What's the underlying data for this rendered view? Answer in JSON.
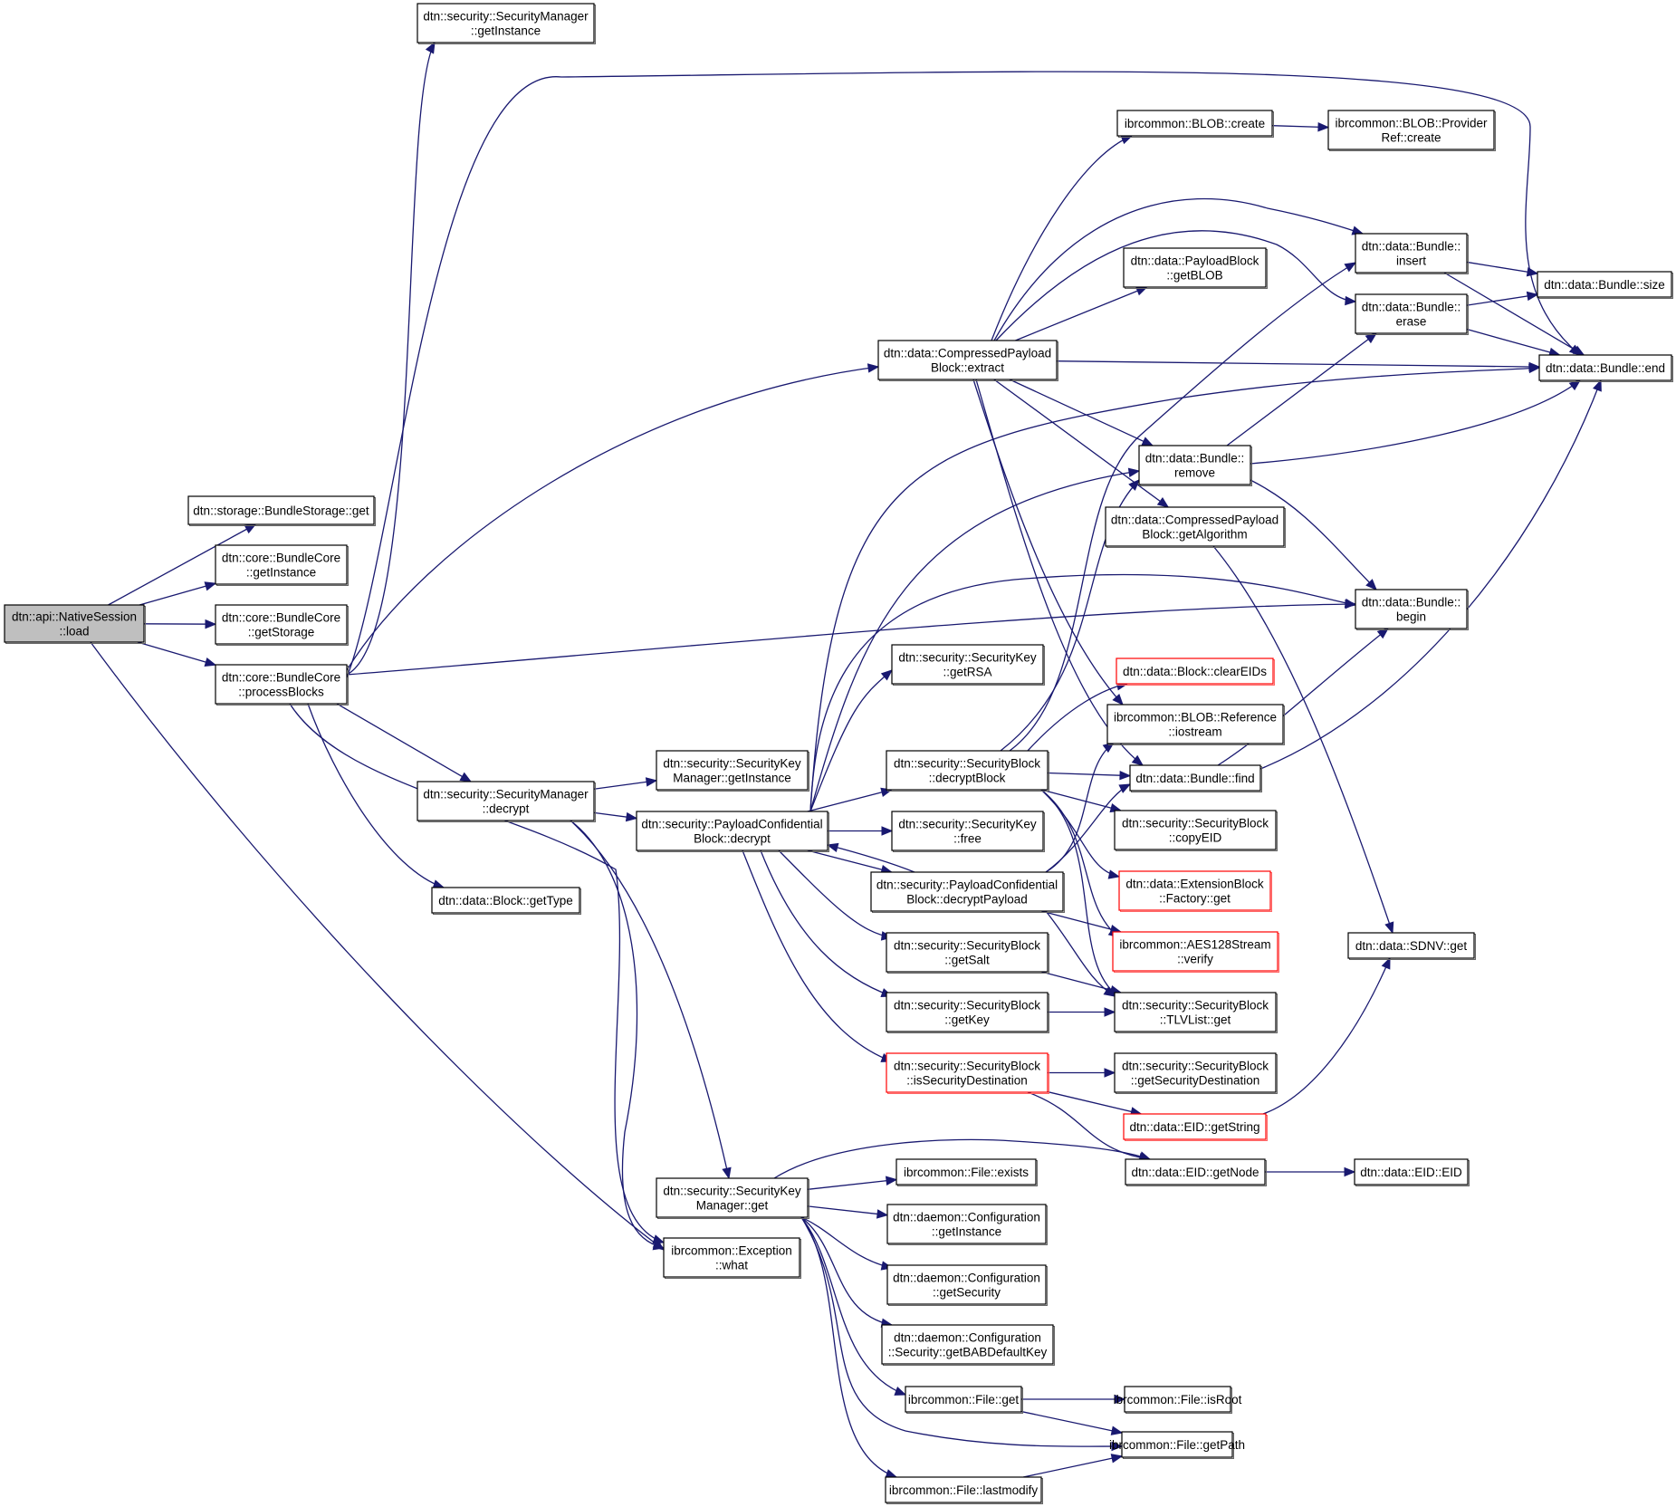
{
  "title": "Call graph: dtn::api::NativeSession::load",
  "colors": {
    "edge": "#191970",
    "root_fill": "#bfbfbf",
    "node_fill": "#ffffff",
    "node_border": "#000000",
    "truncated_border": "#ff0000"
  },
  "nodes": [
    {
      "id": "load",
      "lines": [
        "dtn::api::NativeSession",
        "::load"
      ],
      "style": "root"
    },
    {
      "id": "sm_getInstance",
      "lines": [
        "dtn::security::SecurityManager",
        "::getInstance"
      ],
      "style": "normal"
    },
    {
      "id": "bs_get",
      "lines": [
        "dtn::storage::BundleStorage::get"
      ],
      "style": "normal"
    },
    {
      "id": "bc_getInstance",
      "lines": [
        "dtn::core::BundleCore",
        "::getInstance"
      ],
      "style": "normal"
    },
    {
      "id": "bc_getStorage",
      "lines": [
        "dtn::core::BundleCore",
        "::getStorage"
      ],
      "style": "normal"
    },
    {
      "id": "bc_processBlocks",
      "lines": [
        "dtn::core::BundleCore",
        "::processBlocks"
      ],
      "style": "normal"
    },
    {
      "id": "sm_decrypt",
      "lines": [
        "dtn::security::SecurityManager",
        "::decrypt"
      ],
      "style": "normal"
    },
    {
      "id": "block_getType",
      "lines": [
        "dtn::data::Block::getType"
      ],
      "style": "normal"
    },
    {
      "id": "skm_getInstance",
      "lines": [
        "dtn::security::SecurityKey",
        "Manager::getInstance"
      ],
      "style": "normal"
    },
    {
      "id": "pcb_decrypt",
      "lines": [
        "dtn::security::PayloadConfidential",
        "Block::decrypt"
      ],
      "style": "normal"
    },
    {
      "id": "skm_get",
      "lines": [
        "dtn::security::SecurityKey",
        "Manager::get"
      ],
      "style": "normal"
    },
    {
      "id": "exc_what",
      "lines": [
        "ibrcommon::Exception",
        "::what"
      ],
      "style": "normal"
    },
    {
      "id": "cpb_extract",
      "lines": [
        "dtn::data::CompressedPayload",
        "Block::extract"
      ],
      "style": "normal"
    },
    {
      "id": "sk_getRSA",
      "lines": [
        "dtn::security::SecurityKey",
        "::getRSA"
      ],
      "style": "normal"
    },
    {
      "id": "sb_decryptBlock",
      "lines": [
        "dtn::security::SecurityBlock",
        "::decryptBlock"
      ],
      "style": "normal"
    },
    {
      "id": "sk_free",
      "lines": [
        "dtn::security::SecurityKey",
        "::free"
      ],
      "style": "normal"
    },
    {
      "id": "pcb_decryptPayload",
      "lines": [
        "dtn::security::PayloadConfidential",
        "Block::decryptPayload"
      ],
      "style": "normal"
    },
    {
      "id": "sb_getSalt",
      "lines": [
        "dtn::security::SecurityBlock",
        "::getSalt"
      ],
      "style": "normal"
    },
    {
      "id": "sb_getKey",
      "lines": [
        "dtn::security::SecurityBlock",
        "::getKey"
      ],
      "style": "normal"
    },
    {
      "id": "sb_isSecDest",
      "lines": [
        "dtn::security::SecurityBlock",
        "::isSecurityDestination"
      ],
      "style": "red"
    },
    {
      "id": "file_exists",
      "lines": [
        "ibrcommon::File::exists"
      ],
      "style": "normal"
    },
    {
      "id": "conf_getInstance",
      "lines": [
        "dtn::daemon::Configuration",
        "::getInstance"
      ],
      "style": "normal"
    },
    {
      "id": "conf_getSecurity",
      "lines": [
        "dtn::daemon::Configuration",
        "::getSecurity"
      ],
      "style": "normal"
    },
    {
      "id": "conf_getBAB",
      "lines": [
        "dtn::daemon::Configuration",
        "::Security::getBABDefaultKey"
      ],
      "style": "normal"
    },
    {
      "id": "file_get",
      "lines": [
        "ibrcommon::File::get"
      ],
      "style": "normal"
    },
    {
      "id": "file_lastmodify",
      "lines": [
        "ibrcommon::File::lastmodify"
      ],
      "style": "normal"
    },
    {
      "id": "blob_create",
      "lines": [
        "ibrcommon::BLOB::create"
      ],
      "style": "normal"
    },
    {
      "id": "pb_getBLOB",
      "lines": [
        "dtn::data::PayloadBlock",
        "::getBLOB"
      ],
      "style": "normal"
    },
    {
      "id": "bundle_remove",
      "lines": [
        "dtn::data::Bundle::",
        "remove"
      ],
      "style": "normal"
    },
    {
      "id": "cpb_getAlgorithm",
      "lines": [
        "dtn::data::CompressedPayload",
        "Block::getAlgorithm"
      ],
      "style": "normal"
    },
    {
      "id": "block_clearEIDs",
      "lines": [
        "dtn::data::Block::clearEIDs"
      ],
      "style": "red"
    },
    {
      "id": "blobref_iostream",
      "lines": [
        "ibrcommon::BLOB::Reference",
        "::iostream"
      ],
      "style": "normal"
    },
    {
      "id": "bundle_find",
      "lines": [
        "dtn::data::Bundle::find"
      ],
      "style": "normal"
    },
    {
      "id": "sb_copyEID",
      "lines": [
        "dtn::security::SecurityBlock",
        "::copyEID"
      ],
      "style": "normal"
    },
    {
      "id": "ext_factory_get",
      "lines": [
        "dtn::data::ExtensionBlock",
        "::Factory::get"
      ],
      "style": "red"
    },
    {
      "id": "aes_verify",
      "lines": [
        "ibrcommon::AES128Stream",
        "::verify"
      ],
      "style": "red"
    },
    {
      "id": "tlv_get",
      "lines": [
        "dtn::security::SecurityBlock",
        "::TLVList::get"
      ],
      "style": "normal"
    },
    {
      "id": "sb_getSecDest",
      "lines": [
        "dtn::security::SecurityBlock",
        "::getSecurityDestination"
      ],
      "style": "normal"
    },
    {
      "id": "eid_getString",
      "lines": [
        "dtn::data::EID::getString"
      ],
      "style": "red"
    },
    {
      "id": "eid_getNode",
      "lines": [
        "dtn::data::EID::getNode"
      ],
      "style": "normal"
    },
    {
      "id": "file_isRoot",
      "lines": [
        "ibrcommon::File::isRoot"
      ],
      "style": "normal"
    },
    {
      "id": "file_getPath",
      "lines": [
        "ibrcommon::File::getPath"
      ],
      "style": "normal"
    },
    {
      "id": "blob_provider_create",
      "lines": [
        "ibrcommon::BLOB::Provider",
        "Ref::create"
      ],
      "style": "normal"
    },
    {
      "id": "bundle_insert",
      "lines": [
        "dtn::data::Bundle::",
        "insert"
      ],
      "style": "normal"
    },
    {
      "id": "bundle_erase",
      "lines": [
        "dtn::data::Bundle::",
        "erase"
      ],
      "style": "normal"
    },
    {
      "id": "bundle_size",
      "lines": [
        "dtn::data::Bundle::size"
      ],
      "style": "normal"
    },
    {
      "id": "bundle_end",
      "lines": [
        "dtn::data::Bundle::end"
      ],
      "style": "normal"
    },
    {
      "id": "bundle_begin",
      "lines": [
        "dtn::data::Bundle::",
        "begin"
      ],
      "style": "normal"
    },
    {
      "id": "sdnv_get",
      "lines": [
        "dtn::data::SDNV::get"
      ],
      "style": "normal"
    },
    {
      "id": "eid_EID",
      "lines": [
        "dtn::data::EID::EID"
      ],
      "style": "normal"
    }
  ],
  "edges": [
    [
      "load",
      "bs_get"
    ],
    [
      "load",
      "bc_getInstance"
    ],
    [
      "load",
      "bc_getStorage"
    ],
    [
      "load",
      "bc_processBlocks"
    ],
    [
      "load",
      "exc_what"
    ],
    [
      "bc_processBlocks",
      "sm_getInstance"
    ],
    [
      "bc_processBlocks",
      "cpb_extract"
    ],
    [
      "bc_processBlocks",
      "bundle_end"
    ],
    [
      "bc_processBlocks",
      "bundle_begin"
    ],
    [
      "bc_processBlocks",
      "sm_decrypt"
    ],
    [
      "bc_processBlocks",
      "block_getType"
    ],
    [
      "bc_processBlocks",
      "exc_what"
    ],
    [
      "sm_decrypt",
      "skm_getInstance"
    ],
    [
      "sm_decrypt",
      "pcb_decrypt"
    ],
    [
      "sm_decrypt",
      "skm_get"
    ],
    [
      "sm_decrypt",
      "exc_what"
    ],
    [
      "pcb_decrypt",
      "sk_getRSA"
    ],
    [
      "pcb_decrypt",
      "sb_decryptBlock"
    ],
    [
      "pcb_decrypt",
      "sk_free"
    ],
    [
      "pcb_decrypt",
      "pcb_decryptPayload"
    ],
    [
      "pcb_decrypt",
      "sb_getSalt"
    ],
    [
      "pcb_decrypt",
      "sb_getKey"
    ],
    [
      "pcb_decrypt",
      "sb_isSecDest"
    ],
    [
      "pcb_decrypt",
      "bundle_remove"
    ],
    [
      "pcb_decrypt",
      "bundle_begin"
    ],
    [
      "pcb_decrypt",
      "bundle_end"
    ],
    [
      "pcb_decryptPayload",
      "pcb_decrypt"
    ],
    [
      "pcb_decryptPayload",
      "aes_verify"
    ],
    [
      "pcb_decryptPayload",
      "tlv_get"
    ],
    [
      "pcb_decryptPayload",
      "blobref_iostream"
    ],
    [
      "pcb_decryptPayload",
      "bundle_find"
    ],
    [
      "sb_decryptBlock",
      "bundle_find"
    ],
    [
      "sb_decryptBlock",
      "sb_copyEID"
    ],
    [
      "sb_decryptBlock",
      "ext_factory_get"
    ],
    [
      "sb_decryptBlock",
      "aes_verify"
    ],
    [
      "sb_decryptBlock",
      "tlv_get"
    ],
    [
      "sb_decryptBlock",
      "block_clearEIDs"
    ],
    [
      "sb_decryptBlock",
      "bundle_insert"
    ],
    [
      "sb_decryptBlock",
      "bundle_remove"
    ],
    [
      "sb_getSalt",
      "tlv_get"
    ],
    [
      "sb_getKey",
      "tlv_get"
    ],
    [
      "sb_isSecDest",
      "sb_getSecDest"
    ],
    [
      "sb_isSecDest",
      "eid_getString"
    ],
    [
      "sb_isSecDest",
      "eid_getNode"
    ],
    [
      "skm_get",
      "eid_getNode"
    ],
    [
      "skm_get",
      "file_exists"
    ],
    [
      "skm_get",
      "conf_getInstance"
    ],
    [
      "skm_get",
      "conf_getSecurity"
    ],
    [
      "skm_get",
      "conf_getBAB"
    ],
    [
      "skm_get",
      "file_get"
    ],
    [
      "skm_get",
      "file_getPath"
    ],
    [
      "skm_get",
      "file_lastmodify"
    ],
    [
      "cpb_extract",
      "blob_create"
    ],
    [
      "cpb_extract",
      "bundle_insert"
    ],
    [
      "cpb_extract",
      "bundle_erase"
    ],
    [
      "cpb_extract",
      "pb_getBLOB"
    ],
    [
      "cpb_extract",
      "bundle_end"
    ],
    [
      "cpb_extract",
      "bundle_remove"
    ],
    [
      "cpb_extract",
      "cpb_getAlgorithm"
    ],
    [
      "cpb_extract",
      "blobref_iostream"
    ],
    [
      "cpb_extract",
      "bundle_find"
    ],
    [
      "blob_create",
      "blob_provider_create"
    ],
    [
      "bundle_insert",
      "bundle_size"
    ],
    [
      "bundle_insert",
      "bundle_end"
    ],
    [
      "bundle_erase",
      "bundle_size"
    ],
    [
      "bundle_erase",
      "bundle_end"
    ],
    [
      "bundle_remove",
      "bundle_erase"
    ],
    [
      "bundle_remove",
      "bundle_end"
    ],
    [
      "bundle_remove",
      "bundle_begin"
    ],
    [
      "cpb_getAlgorithm",
      "sdnv_get"
    ],
    [
      "bundle_find",
      "bundle_begin"
    ],
    [
      "bundle_find",
      "bundle_end"
    ],
    [
      "eid_getString",
      "sdnv_get"
    ],
    [
      "eid_getNode",
      "eid_EID"
    ],
    [
      "file_get",
      "file_isRoot"
    ],
    [
      "file_get",
      "file_getPath"
    ],
    [
      "file_lastmodify",
      "file_getPath"
    ]
  ]
}
